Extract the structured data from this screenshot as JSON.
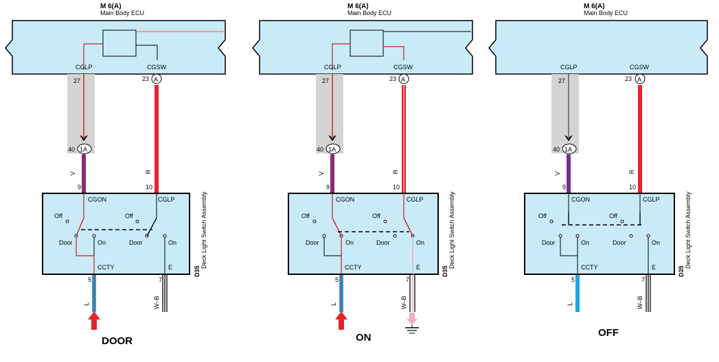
{
  "colors": {
    "ecu_fill": "#c8ebf7",
    "switch_fill": "#c8ebf7",
    "shade": "#d4d4d4",
    "wire_red": "#e3242b",
    "wire_violet": "#7b2c8f",
    "wire_blue": "#1fa6de",
    "wire_black": "#000000",
    "wire_pink": "#f6a9c8",
    "circuit_red": "#cf2020",
    "circuit_orange": "#f07a5a",
    "arrow_red": "#e3242b"
  },
  "diagrams": [
    {
      "ecu_code": "M 6(A)",
      "ecu_name": "Main Body ECU",
      "cglp": "CGLP",
      "cgsw": "CGSW",
      "pin_cglp": "27",
      "pin_cgsw": "23",
      "connector_a": "A",
      "connector_1a": "1A",
      "pin_40": "40",
      "wire_v": "V",
      "wire_r": "R",
      "pin_9": "9",
      "pin_10": "10",
      "cgon": "CGON",
      "cglp_sw": "CGLP",
      "off_left": "Off",
      "off_right": "Off",
      "door_left": "Door",
      "on_left": "On",
      "door_right": "Door",
      "on_right": "On",
      "ccty": "CCTY",
      "e": "E",
      "pin_5": "5",
      "pin_7": "7",
      "wire_l": "L",
      "wire_wb": "W–B",
      "assembly_code": "D35",
      "assembly_name": "Deck Light Switch Assembly",
      "mode_label": "DOOR"
    },
    {
      "ecu_code": "M 6(A)",
      "ecu_name": "Main Body ECU",
      "cglp": "CGLP",
      "cgsw": "CGSW",
      "pin_cglp": "27",
      "pin_cgsw": "23",
      "connector_a": "A",
      "connector_1a": "1A",
      "pin_40": "40",
      "wire_v": "V",
      "wire_r": "R",
      "pin_9": "9",
      "pin_10": "10",
      "cgon": "CGON",
      "cglp_sw": "CGLP",
      "off_left": "Off",
      "off_right": "Off",
      "door_left": "Door",
      "on_left": "On",
      "door_right": "Door",
      "on_right": "On",
      "ccty": "CCTY",
      "e": "E",
      "pin_5": "5",
      "pin_7": "7",
      "wire_l": "L",
      "wire_wb": "W–B",
      "assembly_code": "D35",
      "assembly_name": "Deck Light Switch Assembly",
      "mode_label": "ON"
    },
    {
      "ecu_code": "M 6(A)",
      "ecu_name": "Main Body ECU",
      "cglp": "CGLP",
      "cgsw": "CGSW",
      "pin_cglp": "27",
      "pin_cgsw": "23",
      "connector_a": "A",
      "connector_1a": "1A",
      "pin_40": "40",
      "wire_v": "V",
      "wire_r": "R",
      "pin_9": "9",
      "pin_10": "10",
      "cgon": "CGON",
      "cglp_sw": "CGLP",
      "off_left": "Off",
      "off_right": "Off",
      "door_left": "Door",
      "on_left": "On",
      "door_right": "Door",
      "on_right": "On",
      "ccty": "CCTY",
      "e": "E",
      "pin_5": "5",
      "pin_7": "7",
      "wire_l": "L",
      "wire_wb": "W–B",
      "assembly_code": "D35",
      "assembly_name": "Deck Light Switch Assembly",
      "mode_label": "OFF"
    }
  ]
}
